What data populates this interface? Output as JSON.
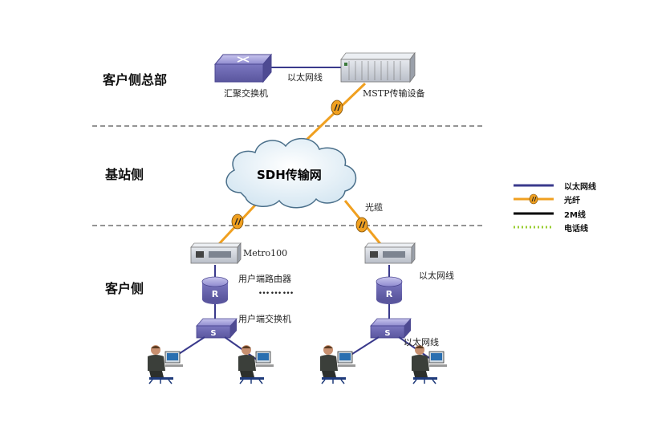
{
  "zones": {
    "hq": "客户侧总部",
    "station": "基站侧",
    "customer": "客户侧"
  },
  "devices": {
    "agg_switch": "汇聚交换机",
    "mstp": "MSTP传输设备",
    "metro": "Metro100",
    "user_router": "用户端路由器",
    "user_switch": "用户端交换机"
  },
  "links": {
    "top_ethernet": "以太网线",
    "fiber_cable": "光缆",
    "right_ethernet": "以太网线",
    "pc_ethernet": "以太网线"
  },
  "cloud": {
    "label": "SDH传输网"
  },
  "legend": [
    {
      "label": "以太网线",
      "color": "#3a3a8c",
      "style": "solid"
    },
    {
      "label": "光纤",
      "color": "#f0a020",
      "style": "fiber"
    },
    {
      "label": "2M线",
      "color": "#000000",
      "style": "solid"
    },
    {
      "label": "电话线",
      "color": "#9acd32",
      "style": "dotted"
    }
  ],
  "colors": {
    "ethernet": "#3a3a8c",
    "fiber": "#f0a020",
    "divider": "#555555",
    "device_purple": "#8c88c8"
  },
  "icons": [
    "switch-icon",
    "router-icon",
    "mstp-device-icon",
    "metro-device-icon",
    "user-pc-icon",
    "cloud-icon"
  ],
  "router_glyph": "R",
  "switch_glyph": "S",
  "ellipsis": "………"
}
